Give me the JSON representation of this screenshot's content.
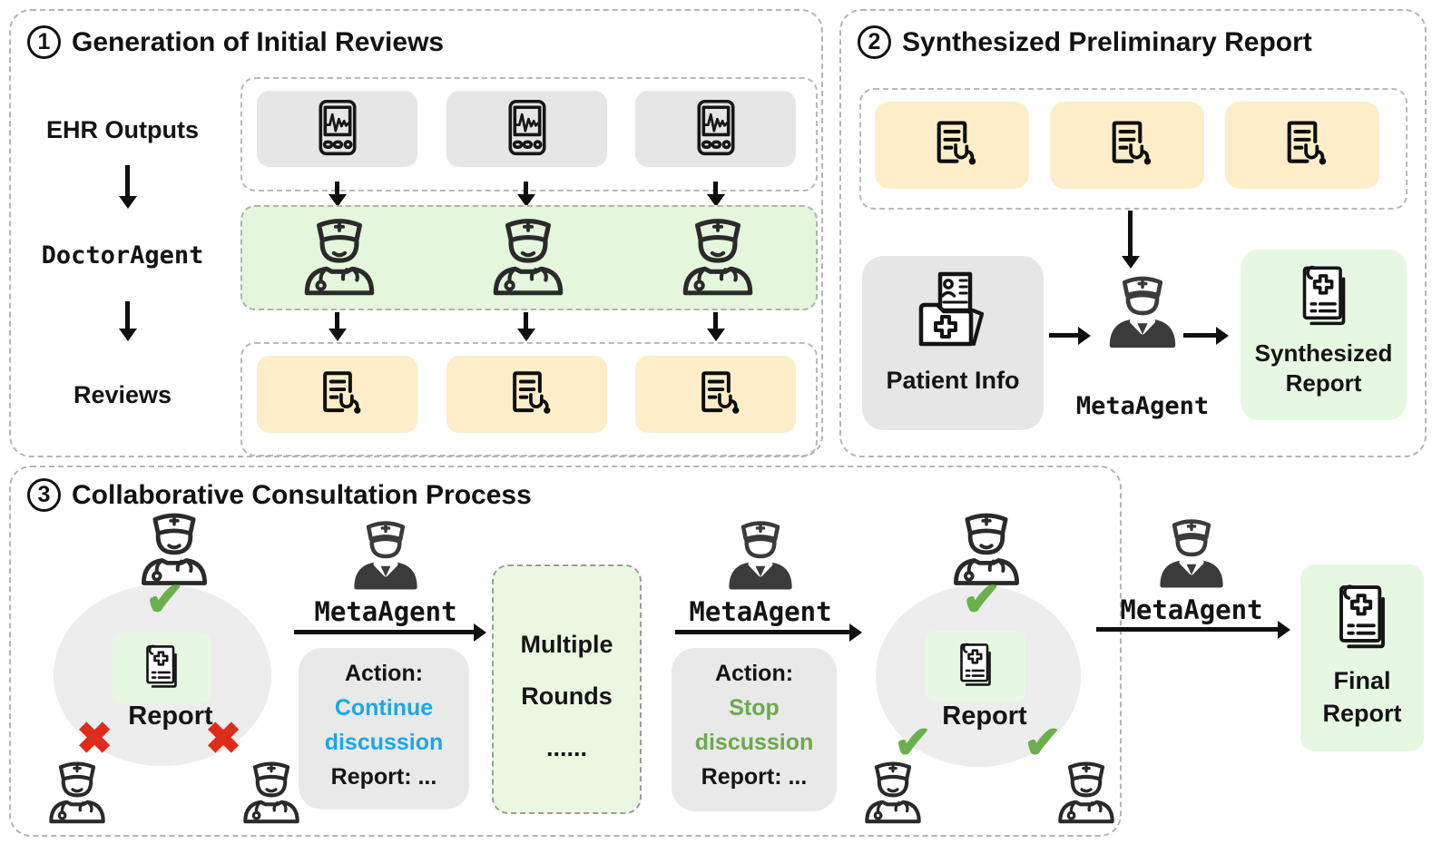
{
  "panel1": {
    "num": "1",
    "title": "Generation of Initial Reviews",
    "label_ehr": "EHR Outputs",
    "label_agent": "DoctorAgent",
    "label_reviews": "Reviews"
  },
  "panel2": {
    "num": "2",
    "title": "Synthesized Preliminary Report",
    "patient_label": "Patient Info",
    "agent_label": "MetaAgent",
    "output_label": "Synthesized Report"
  },
  "panel3": {
    "num": "3",
    "title": "Collaborative Consultation Process",
    "agent_label": "MetaAgent",
    "report_label": "Report",
    "action1": {
      "head": "Action:",
      "decision": "Continue discussion",
      "report": "Report: ..."
    },
    "action2": {
      "head": "Action:",
      "decision": "Stop discussion",
      "report": "Report: ..."
    },
    "rounds": [
      "Multiple",
      "Rounds",
      "......"
    ],
    "final_label": "Final Report"
  },
  "glyphs": {
    "check": "✔",
    "cross": "✖"
  },
  "colors": {
    "continue_text": "#1BA7E6",
    "stop_text": "#6AAA4B",
    "check": "#6AB04C",
    "cross": "#DD2B1C",
    "box_yellow": "#FDEEC9",
    "box_green_light": "#E7F8E2",
    "band_green": "#E4F6DC",
    "box_gray": "#E6E6E6",
    "ellipse_gray": "#EDEDED"
  }
}
